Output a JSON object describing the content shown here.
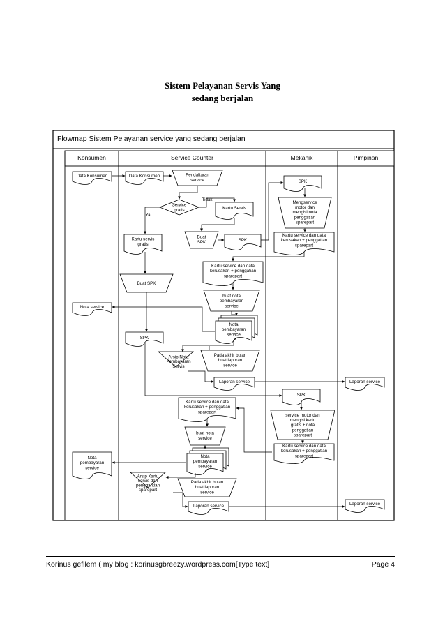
{
  "document": {
    "title_line1": "Sistem Pelayanan Servis Yang",
    "title_line2": "sedang berjalan"
  },
  "flowmap": {
    "title": "Flowmap Sistem Pelayanan service yang sedang berjalan",
    "lanes": [
      "Konsumen",
      "Service Counter",
      "Mekanik",
      "Pimpinan"
    ],
    "labels": {
      "data_konsumen_1": "Data Konsumen",
      "data_konsumen_2": "Data Konsumen",
      "pendaftaran": [
        "Pendaftaran",
        "service"
      ],
      "service_gratis": [
        "Service",
        "gratis"
      ],
      "tidak": "Tidak",
      "ya": "Ya",
      "kartu_servis": "Kartu Servis",
      "kartu_servis_gratis": [
        "Kartu servis",
        "gratis"
      ],
      "buat_spk_small": [
        "Buat",
        "SPK"
      ],
      "spk_counter": "SPK",
      "spk_mekanik_1": "SPK",
      "mengservice": [
        "Mengservice",
        "motor dan",
        "mengisi nota",
        "penggatian",
        "sparepart"
      ],
      "kartu_service_mek_1": [
        "Kartu service dan data",
        "kerusakan + penggatian",
        "sparepart"
      ],
      "kartu_service_sc_1": [
        "Kartu service dan data",
        "kerusakan + penggatian",
        "sparepart"
      ],
      "buat_spk_large": "Buat SPK",
      "buat_nota_1": [
        "buat nota",
        "pembayaran",
        "service"
      ],
      "nota_service": "Nota service",
      "nota_pembayaran_sc": [
        "Nota",
        "pembayaran",
        "service"
      ],
      "spk_sc_2": "SPK",
      "arsip_nota": [
        "Arsip Nota",
        "Pembayaran",
        "Servis"
      ],
      "akhir_bulan_1": [
        "Pada akhir bulan",
        "buat laporan",
        "service"
      ],
      "laporan_service_sc_1": "Laporan service",
      "laporan_service_pimpinan_1": "Laporan service",
      "kartu_service_sc_2": [
        "Kartu service dan data",
        "kerusakan + penggatian",
        "sparepart"
      ],
      "spk_mekanik_2": "SPK",
      "service_motor_2": [
        "service motor dan",
        "mengisi kartu",
        "gratis + nota",
        "penggatian",
        "sparepart"
      ],
      "kartu_service_mek_2": [
        "Kartu service dan data",
        "kerusakan + penggatian",
        "sparepart"
      ],
      "buat_nota_2": [
        "buat nota",
        "service"
      ],
      "nota_pembayaran_konsumen": [
        "Nota",
        "pembayaran",
        "service"
      ],
      "nota_pembayaran_sc_2": [
        "Nota",
        "pembayaran",
        "service"
      ],
      "arsip_kartu": [
        "Arsip Kartu",
        "servis dan",
        "penggantian",
        "sparepart"
      ],
      "akhir_bulan_2": [
        "Pada akhir bulan",
        "buat laporan",
        "service"
      ],
      "laporan_service_sc_2": "Laporan service",
      "laporan_service_pimpinan_2": "Laporan service"
    }
  },
  "footer": {
    "left": "Korinus gefilem ( my blog : korinusgbreezy.wordpress.com[Type text]",
    "right": "Page 4"
  }
}
